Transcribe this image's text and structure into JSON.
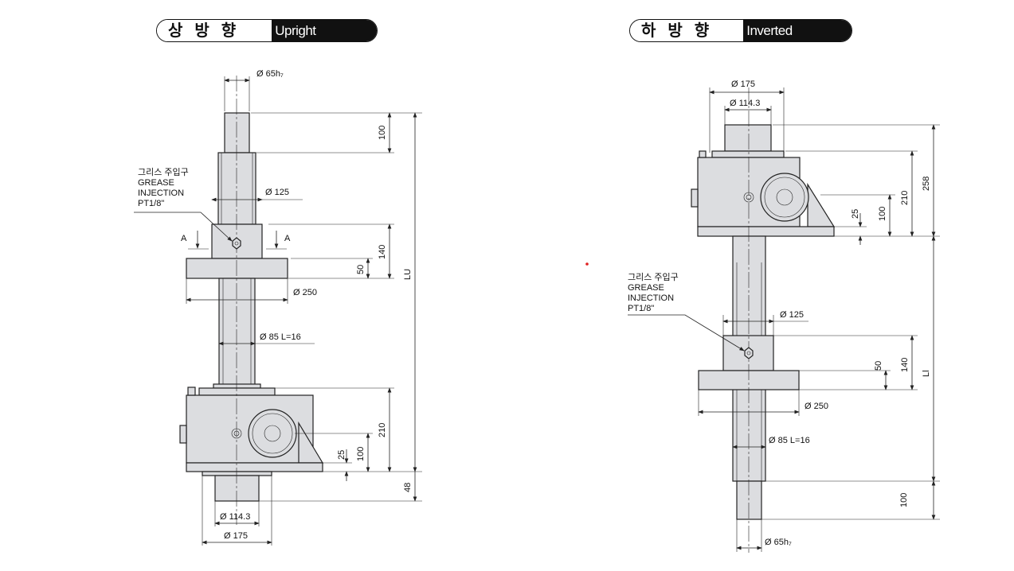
{
  "upright": {
    "title_ko": "상 방 향 형",
    "title_en": "Upright Traveling",
    "dims": {
      "shaft_dia": "Ø 65h₇",
      "d125": "Ø 125",
      "d250": "Ø 250",
      "d85": "Ø 85   L=16",
      "d1143": "Ø 114.3",
      "d175": "Ø 175",
      "h100": "100",
      "h140": "140",
      "h50": "50",
      "LU": "LU",
      "h210": "210",
      "h100b": "100",
      "h25": "25",
      "h48": "48",
      "secA": "A"
    },
    "grease": [
      "그리스 주입구",
      "GREASE",
      "INJECTION",
      "PT1/8\""
    ]
  },
  "inverted": {
    "title_ko": "하 방 향 형",
    "title_en": "Inverted Traveling",
    "dims": {
      "d175": "Ø 175",
      "d1143": "Ø 114.3",
      "d125": "Ø 125",
      "d250": "Ø 250",
      "d85": "Ø 85   L=16",
      "shaft_dia": "Ø 65h₇",
      "h258": "258",
      "h210": "210",
      "h100": "100",
      "h25": "25",
      "Ll": "Ll",
      "h140": "140",
      "h50": "50",
      "h100b": "100"
    },
    "grease": [
      "그리스 주입구",
      "GREASE",
      "INJECTION",
      "PT1/8\""
    ]
  },
  "colors": {
    "body": "#dcdde0",
    "line": "#222222",
    "marker": "#e02020"
  }
}
